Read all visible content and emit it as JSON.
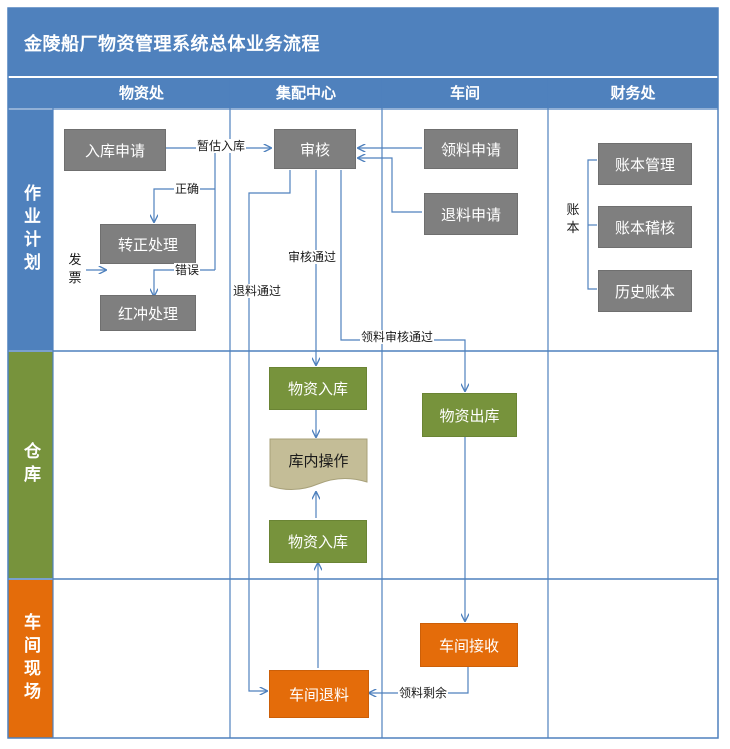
{
  "title": "金陵船厂物资管理系统总体业务流程",
  "columns": [
    "物资处",
    "集配中心",
    "车间",
    "财务处"
  ],
  "lanes": {
    "plan": "作业计划",
    "warehouse": "仓库",
    "site": "车间现场"
  },
  "boxes": {
    "inbound_request": "入库申请",
    "review": "审核",
    "material_request": "领料申请",
    "return_request": "退料申请",
    "correction": "转正处理",
    "red_reversal": "红冲处理",
    "ledger_manage": "账本管理",
    "ledger_audit": "账本稽核",
    "history_ledger": "历史账本",
    "stock_in_1": "物资入库",
    "in_warehouse_ops": "库内操作",
    "stock_in_2": "物资入库",
    "stock_out": "物资出库",
    "workshop_receive": "车间接收",
    "workshop_return": "车间退料"
  },
  "labels": {
    "provisional_inbound": "暂估入库",
    "correct": "正确",
    "error": "错误",
    "invoice": "发票",
    "review_passed": "审核通过",
    "return_passed": "退料通过",
    "material_review_passed": "领料审核通过",
    "material_remaining": "领料剩余",
    "ledger": "账本"
  },
  "colors": {
    "header_blue": "#4f81bd",
    "lane_blue": "#4f81bd",
    "lane_green": "#77933c",
    "lane_orange": "#e46c0a",
    "box_gray": "#7f7f7f",
    "box_green": "#77933c",
    "box_orange": "#e46c0a",
    "doc_tan": "#c4bd97",
    "connector": "#4f81bd"
  }
}
